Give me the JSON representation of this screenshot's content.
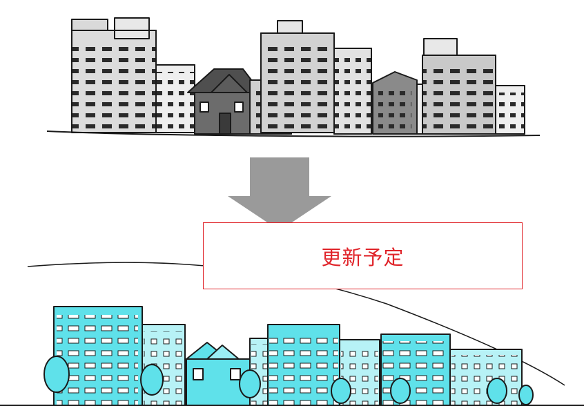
{
  "notice": {
    "text": "更新予定"
  },
  "colors": {
    "notice_red": "#e0242a",
    "ink": "#1a1a1a",
    "arrow_gray": "#9a9a9a",
    "building_gray": "#c8c8c8",
    "building_dark": "#6f6f6f",
    "building_light": "#ececec",
    "cyan": "#5fe1ea",
    "cyan_light": "#b7f2f6"
  },
  "icons": {
    "before_scene": "city-buildings-illustration",
    "arrow": "down-arrow-icon",
    "after_scene": "renewed-city-illustration"
  }
}
